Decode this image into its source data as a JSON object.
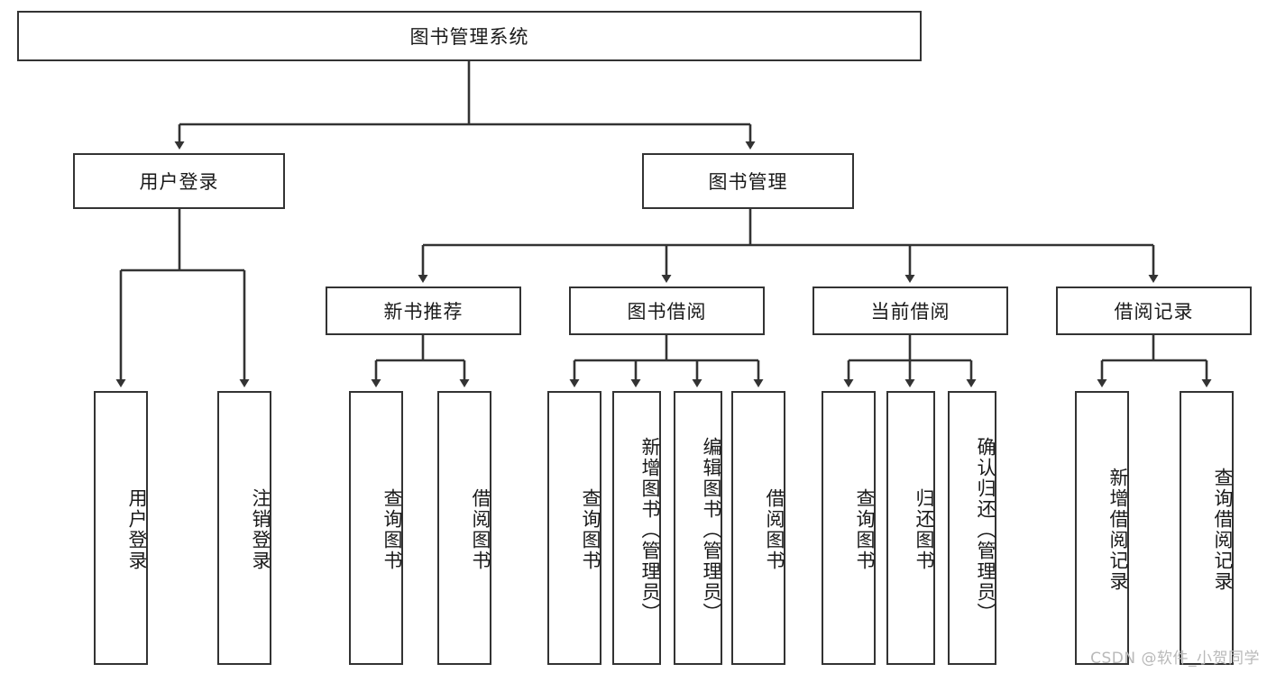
{
  "diagram": {
    "type": "tree",
    "title": "图书管理系统",
    "orientation": "top-down",
    "colors": {
      "box_border": "#333333",
      "box_fill": "#ffffff",
      "connector": "#333333",
      "text": "#1a1a1a",
      "watermark": "#b9b9b9",
      "background": "#ffffff"
    },
    "root": {
      "label": "图书管理系统"
    },
    "level2": [
      {
        "label": "用户登录"
      },
      {
        "label": "图书管理"
      }
    ],
    "level3": [
      {
        "label": "新书推荐"
      },
      {
        "label": "图书借阅"
      },
      {
        "label": "当前借阅"
      },
      {
        "label": "借阅记录"
      }
    ],
    "leaves": [
      {
        "label": "用户登录",
        "parent": "用户登录"
      },
      {
        "label": "注销登录",
        "parent": "用户登录"
      },
      {
        "label": "查询图书",
        "parent": "新书推荐"
      },
      {
        "label": "借阅图书",
        "parent": "新书推荐"
      },
      {
        "label": "查询图书",
        "parent": "图书借阅"
      },
      {
        "label": "新增图书（管理员）",
        "parent": "图书借阅"
      },
      {
        "label": "编辑图书（管理员）",
        "parent": "图书借阅"
      },
      {
        "label": "借阅图书",
        "parent": "图书借阅"
      },
      {
        "label": "查询图书",
        "parent": "当前借阅"
      },
      {
        "label": "归还图书",
        "parent": "当前借阅"
      },
      {
        "label": "确认归还（管理员）",
        "parent": "当前借阅"
      },
      {
        "label": "新增借阅记录",
        "parent": "借阅记录"
      },
      {
        "label": "查询借阅记录",
        "parent": "借阅记录"
      }
    ]
  },
  "watermark": {
    "text": "CSDN @软件_小贺同学"
  }
}
